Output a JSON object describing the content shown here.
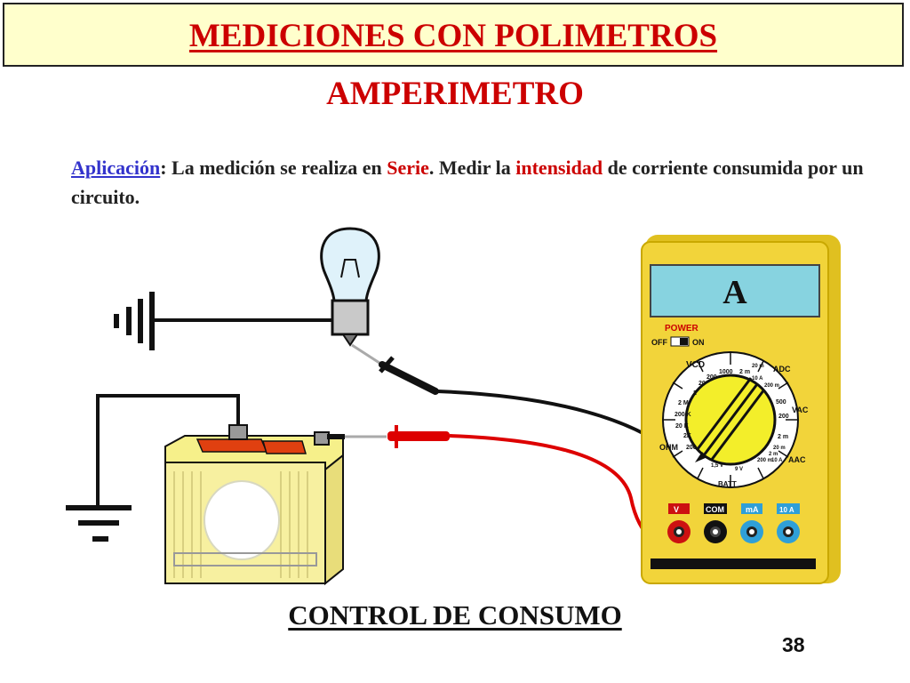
{
  "header": {
    "title": "MEDICIONES CON POLIMETROS"
  },
  "subtitle": "AMPERIMETRO",
  "description": {
    "label": "Aplicación",
    "part1": ": La medición se realiza en ",
    "highlight1": "Serie",
    "part2": ". Medir la ",
    "highlight2": "intensidad",
    "part3": " de corriente consumida por un circuito."
  },
  "multimeter": {
    "display": "A",
    "power_label": "POWER",
    "off_label": "OFF",
    "on_label": "ON",
    "dial_labels": {
      "vcd": "VCD",
      "adc": "ADC",
      "vac": "VAC",
      "aac": "AAC",
      "ohm": "OHM",
      "batt": "BATT",
      "r1000": "1000",
      "r200a": "200",
      "r20a": "20",
      "r2a": "2",
      "r200mA": "200 m",
      "r2M": "2 M",
      "r200K": "200 K",
      "r20K": "20 K",
      "r2K": "2K",
      "r200b": "200",
      "r20m": "20 m",
      "r2m": "2 m",
      "r10A": "10 A",
      "r200m2": "200 m",
      "r500": "500",
      "r200c": "200",
      "r2m2": "2 m",
      "r200m3": "200 m",
      "r20m2": "20 m",
      "r2m3": "2 m",
      "r10A2": "10 A",
      "r15v": "1,5 V",
      "r9v": "9 V"
    },
    "jacks": [
      "V",
      "COM",
      "mA",
      "10 A"
    ],
    "colors": {
      "body": "#f2d43a",
      "display": "#87d3e0",
      "dial": "#f3ee2a",
      "red_probe": "#dd0000",
      "black_probe": "#111111"
    }
  },
  "caption": "CONTROL DE CONSUMO",
  "page_number": "38"
}
